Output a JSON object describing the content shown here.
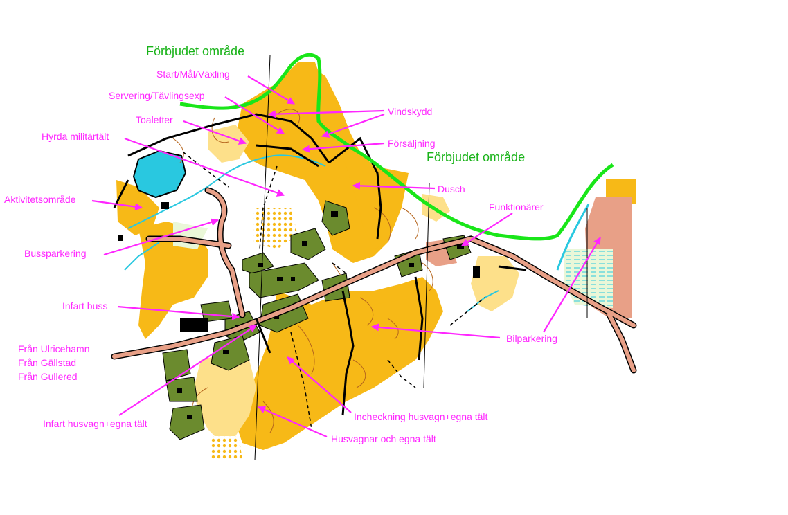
{
  "colors": {
    "label": "#ff26ff",
    "arrow": "#ff26ff",
    "forbidden_line": "#19e619",
    "forbidden_label": "#19b319",
    "open_land": "#f7b917",
    "light_open": "#fde08a",
    "forest": "#ffffff",
    "green_building": "#6b8b2e",
    "building": "#000000",
    "road": "#000000",
    "paved": "#e8a087",
    "water": "#29c8e0",
    "contour": "#b5651d"
  },
  "labels": {
    "forbidden_1": "Förbjudet område",
    "forbidden_2": "Förbjudet område",
    "start": "Start/Mål/Växling",
    "servering": "Servering/Tävlingsexp",
    "toaletter": "Toaletter",
    "hyrda": "Hyrda militärtält",
    "aktivitet": "Aktivitetsområde",
    "bussparkering": "Bussparkering",
    "infart_buss": "Infart buss",
    "fran_ulricehamn": "Från Ulricehamn",
    "fran_gallstad": "Från Gällstad",
    "fran_gullered": "Från Gullered",
    "infart_husvagn": "Infart husvagn+egna tält",
    "vindskydd": "Vindskydd",
    "forsaljning": "Försäljning",
    "dusch": "Dusch",
    "funktionarer": "Funktionärer",
    "bilparkering": "Bilparkering",
    "incheckning": "Incheckning husvagn+egna tält",
    "husvagnar": "Husvagnar och egna tält"
  },
  "icons": {
    "arrow": "arrowhead-icon"
  }
}
